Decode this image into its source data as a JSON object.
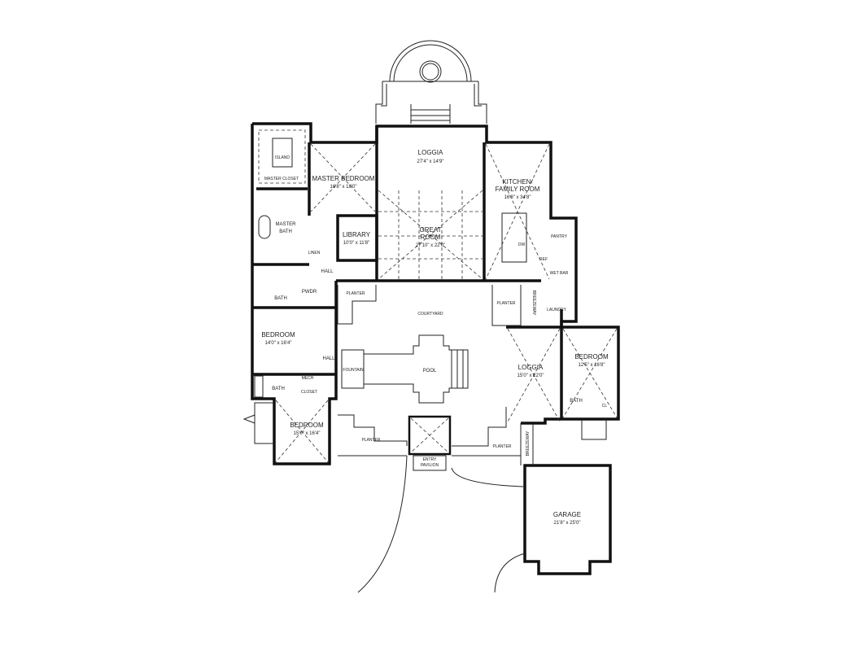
{
  "rooms": {
    "loggia_top": {
      "name": "LOGGIA",
      "size": "27'4\" x 14'9\""
    },
    "master_bedroom": {
      "name": "MASTER BEDROOM",
      "size": "16'8\" x 18'0\""
    },
    "master_closet": {
      "name": "MASTER CLOSET"
    },
    "island": {
      "name": "ISLAND"
    },
    "master_bath": {
      "name": "MASTER",
      "name2": "BATH"
    },
    "library": {
      "name": "LIBRARY",
      "size": "10'0\" x 11'8\""
    },
    "great_room": {
      "name": "GREAT",
      "name2": "ROOM",
      "size": "27'10\" x 22'0\""
    },
    "kitchen": {
      "name": "KITCHEN/",
      "name2": "FAMILY ROOM",
      "size": "16'8\" x 34'8\""
    },
    "pantry": {
      "name": "PANTRY"
    },
    "wet_bar": {
      "name": "WET BAR"
    },
    "laundry": {
      "name": "LAUNDRY"
    },
    "linen": {
      "name": "LINEN"
    },
    "hall_upper": {
      "name": "HALL"
    },
    "pwdr": {
      "name": "PWDR"
    },
    "bath_upper": {
      "name": "BATH"
    },
    "planter_ul": {
      "name": "PLANTER"
    },
    "planter_ur": {
      "name": "PLANTER"
    },
    "breezeway_upper": {
      "name": "BREEZEWAY"
    },
    "courtyard": {
      "name": "COURTYARD"
    },
    "bedroom_left": {
      "name": "BEDROOM",
      "size": "14'0\" x 16'4\""
    },
    "hall_lower": {
      "name": "HALL"
    },
    "mech": {
      "name": "MECH"
    },
    "closet": {
      "name": "CLOSET"
    },
    "bath_lower": {
      "name": "BATH"
    },
    "fountain": {
      "name": "FOUNTAIN"
    },
    "pool": {
      "name": "POOL"
    },
    "loggia_right": {
      "name": "LOGGIA",
      "size": "15'0\" x 22'0\""
    },
    "bedroom_right": {
      "name": "BEDROOM",
      "size": "12'5\" x 16'8\""
    },
    "bath_right": {
      "name": "BATH"
    },
    "cl": {
      "name": "CL"
    },
    "bedroom_bottom": {
      "name": "BEDROOM",
      "size": "15'0\" x 16'4\""
    },
    "planter_ll": {
      "name": "PLANTER"
    },
    "planter_lr": {
      "name": "PLANTER"
    },
    "entry": {
      "name": "ENTRY",
      "name2": "PAVILION"
    },
    "breezeway_lower": {
      "name": "BREEZEWAY"
    },
    "garage": {
      "name": "GARAGE",
      "size": "21'8\" x 25'0\""
    },
    "dw": {
      "name": "DW"
    },
    "ref": {
      "name": "REF"
    }
  }
}
